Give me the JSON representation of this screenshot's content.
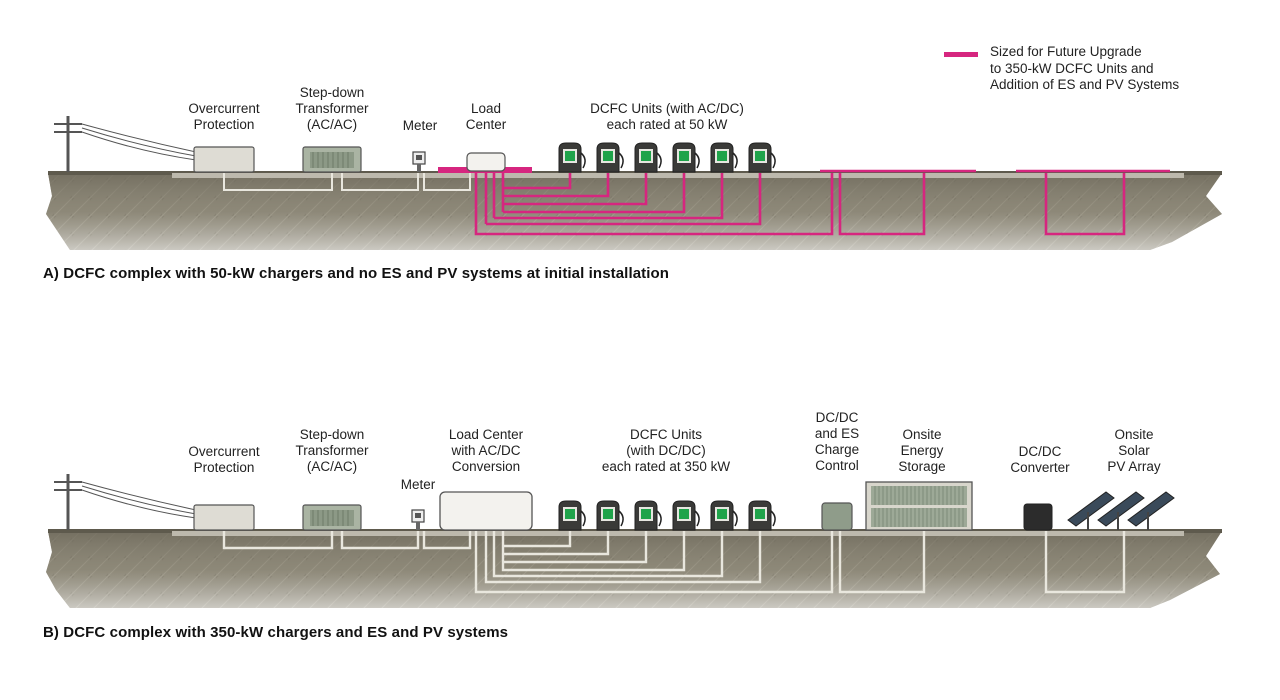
{
  "colors": {
    "upgrade_conduit": "#d6267f",
    "ground": "#8d8878",
    "charger_screen": "#1fa34a",
    "conduit_initial": "#e9e7de"
  },
  "legend": {
    "text": "Sized for Future Upgrade\nto 350-kW DCFC Units and\nAddition of ES and PV Systems"
  },
  "panel_a": {
    "caption": "A)  DCFC complex with 50-kW chargers and no ES and PV systems at initial installation",
    "labels": {
      "overcurrent": "Overcurrent\nProtection",
      "transformer": "Step-down\nTransformer\n(AC/AC)",
      "meter": "Meter",
      "load_center": "Load\nCenter",
      "dcfc": "DCFC Units (with AC/DC)\neach rated at 50 kW"
    }
  },
  "panel_b": {
    "caption": "B)  DCFC complex with 350-kW chargers and ES and PV systems",
    "labels": {
      "overcurrent": "Overcurrent\nProtection",
      "transformer": "Step-down\nTransformer\n(AC/AC)",
      "meter": "Meter",
      "load_center": "Load Center\nwith AC/DC\nConversion",
      "dcfc": "DCFC Units\n(with DC/DC)\neach rated at 350 kW",
      "dcdc_es": "DC/DC\nand ES\nCharge\nControl",
      "storage": "Onsite\nEnergy\nStorage",
      "dcdc_converter": "DC/DC\nConverter",
      "solar": "Onsite\nSolar\nPV Array"
    }
  }
}
